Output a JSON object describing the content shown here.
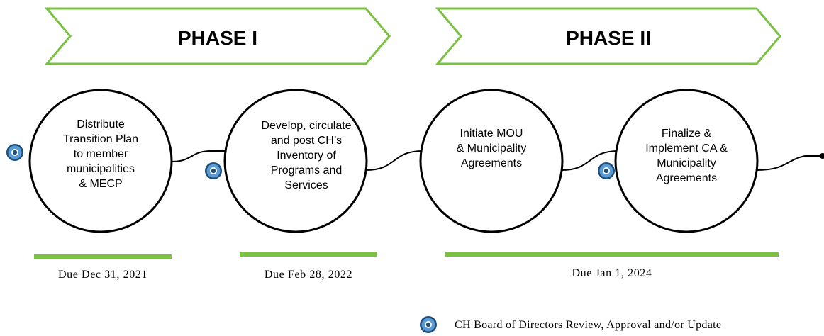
{
  "phases": [
    {
      "label": "PHASE I"
    },
    {
      "label": "PHASE II"
    }
  ],
  "steps": [
    {
      "lines": [
        "Distribute",
        "Transition Plan",
        "to member",
        "municipalities",
        "& MECP"
      ]
    },
    {
      "lines": [
        "Develop, circulate",
        "and post CH’s",
        "Inventory of",
        "Programs and",
        "Services"
      ]
    },
    {
      "lines": [
        "Initiate MOU",
        "& Municipality",
        "Agreements"
      ]
    },
    {
      "lines": [
        "Finalize &",
        "Implement CA &",
        "Municipality",
        "Agreements"
      ]
    }
  ],
  "due_dates": [
    {
      "label": "Due Dec 31, 2021"
    },
    {
      "label": "Due Feb 28, 2022"
    },
    {
      "label": "Due Jan 1, 2024"
    }
  ],
  "legend": {
    "icon": "board-review-marker-icon",
    "label": "CH Board of Directors Review, Approval and/or Update"
  },
  "colors": {
    "chevron_outline": "#7AC142",
    "due_bar": "#7AC142",
    "circle_stroke": "#000000",
    "marker_ring": "#1F4E79",
    "marker_fill": "#5B9BD5"
  }
}
